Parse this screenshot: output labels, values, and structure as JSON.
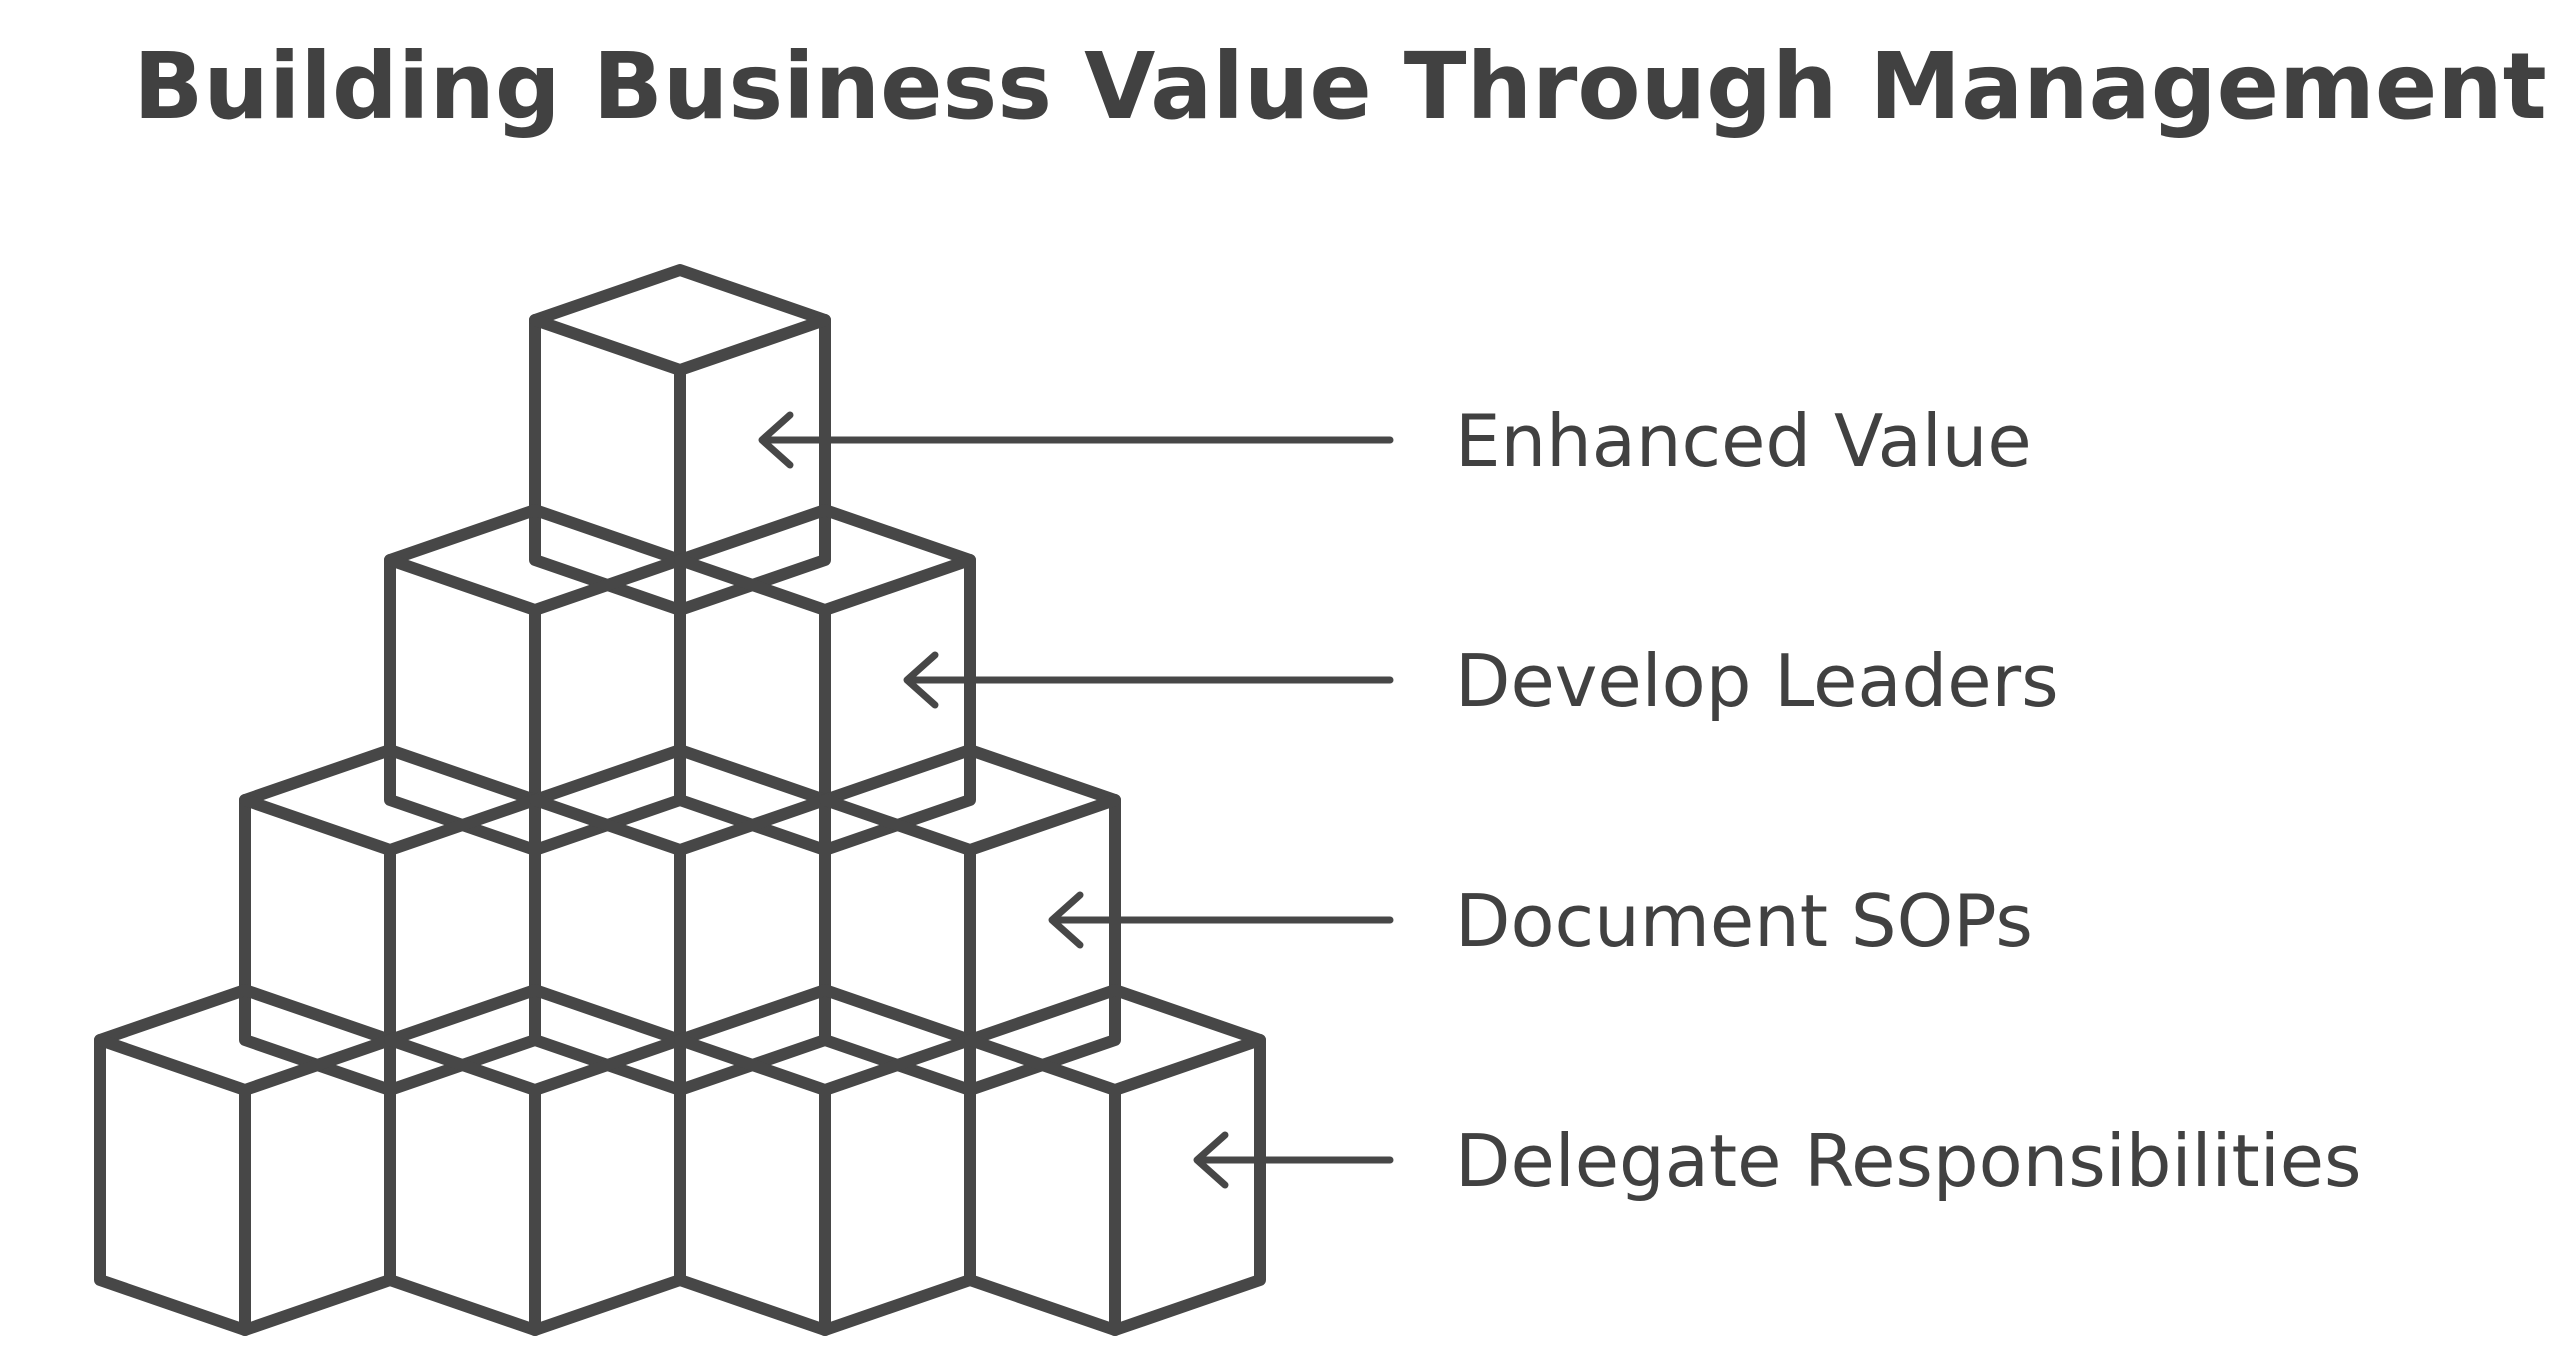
{
  "title": "Building Business Value Through Management",
  "tiers": [
    {
      "label": "Enhanced Value"
    },
    {
      "label": "Develop Leaders"
    },
    {
      "label": "Document SOPs"
    },
    {
      "label": "Delegate Responsibilities"
    }
  ],
  "colors": {
    "ink": "#474747",
    "text": "#414141",
    "background": "#ffffff"
  }
}
